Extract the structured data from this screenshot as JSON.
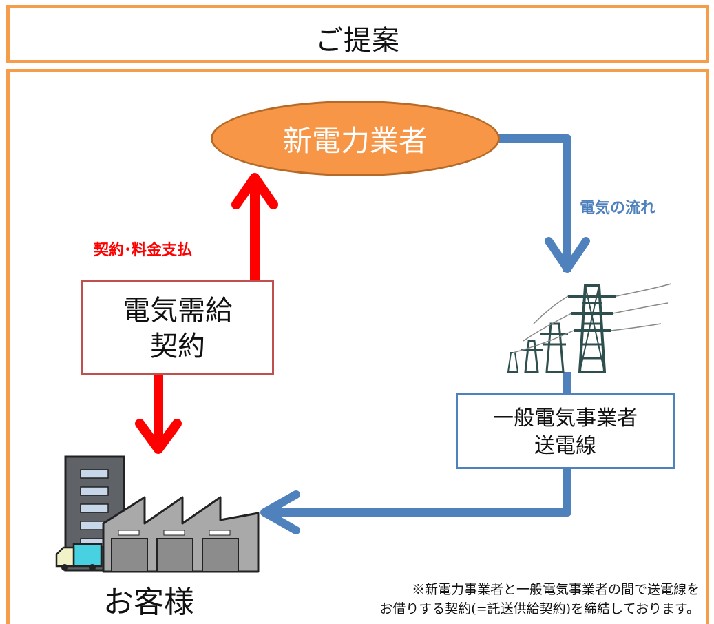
{
  "title": "ご提案",
  "supplier": "新電力業者",
  "contract_flow_label": "契約･料金支払",
  "power_flow_label": "電気の流れ",
  "contract_box": {
    "line1": "電気需給",
    "line2": "契約"
  },
  "grid_box": {
    "line1": "一般電気事業者",
    "line2": "送電線"
  },
  "customer": "お客様",
  "note": {
    "line1": "※新電力事業者と一般電気事業者の間で送電線を",
    "line2": "お借りする契約(=託送供給契約)を締結しております。"
  },
  "colors": {
    "frame": "#f59d4a",
    "ellipse": "#f79646",
    "red_arrow": "#ff0000",
    "blue_arrow": "#4f81bd",
    "contract_border": "#c0504d"
  },
  "icons": [
    "transmission-tower-icon",
    "factory-building-icon",
    "truck-icon"
  ]
}
